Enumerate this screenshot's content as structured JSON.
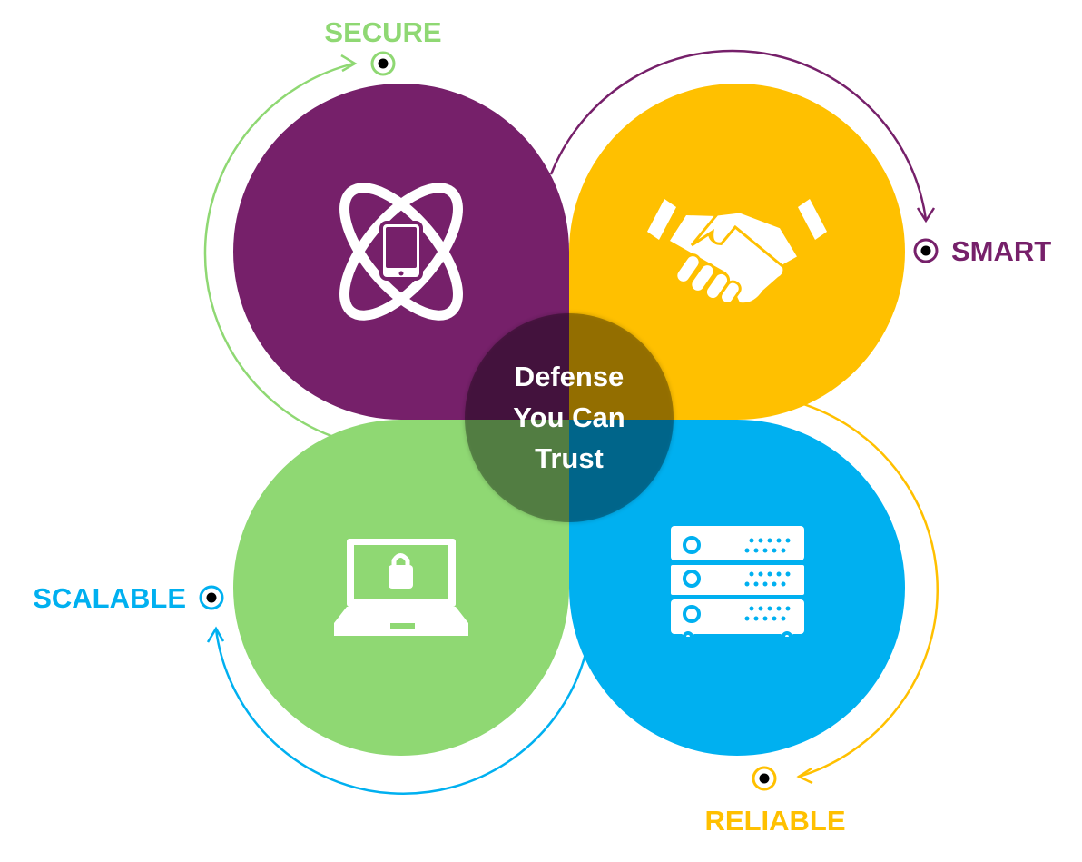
{
  "center": {
    "line1": "Defense",
    "line2": "You Can",
    "line3": "Trust"
  },
  "labels": {
    "secure": "SECURE",
    "smart": "SMART",
    "reliable": "RELIABLE",
    "scalable": "SCALABLE"
  },
  "colors": {
    "purple": "#76206A",
    "yellow": "#FFC000",
    "green": "#8FD873",
    "blue": "#00B0F0"
  },
  "icons": {
    "top_left": "atom-phone-icon",
    "top_right": "handshake-icon",
    "bottom_left": "laptop-lock-icon",
    "bottom_right": "server-rack-icon"
  }
}
